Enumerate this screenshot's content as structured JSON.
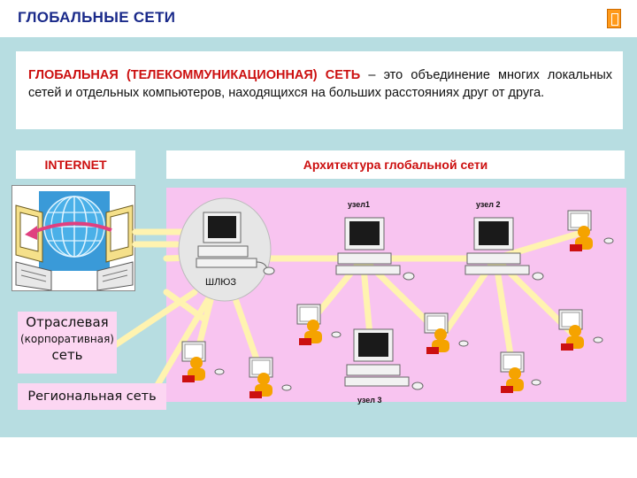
{
  "header": {
    "title": "ГЛОБАЛЬНЫЕ  СЕТИ"
  },
  "definition": {
    "term": "ГЛОБАЛЬНАЯ   (ТЕЛЕКОММУНИКАЦИОННАЯ)  СЕТЬ",
    "text": " – это объединение многих локальных сетей и отдельных компьютеров, находящихся на больших расстояниях друг от друга."
  },
  "labels": {
    "internet": "INTERNET",
    "architecture": "Архитектура  глобальной  сети",
    "corporate_line1": "Отраслевая",
    "corporate_line2": "(корпоративная)",
    "corporate_line3": "сеть",
    "regional": "Региональная сеть"
  },
  "diagram": {
    "gateway": "ШЛЮЗ",
    "node1": "узел1",
    "node2": "узел 2",
    "node3": "узел 3"
  },
  "colors": {
    "title": "#1a2a8a",
    "accent_red": "#cc1010",
    "frame": "#b7dde1",
    "network_bg": "#f8c4f0",
    "link": "#fff3b0"
  },
  "icons": [
    "globe-icon",
    "computer-icon",
    "user-at-computer-icon",
    "gateway-icon"
  ]
}
